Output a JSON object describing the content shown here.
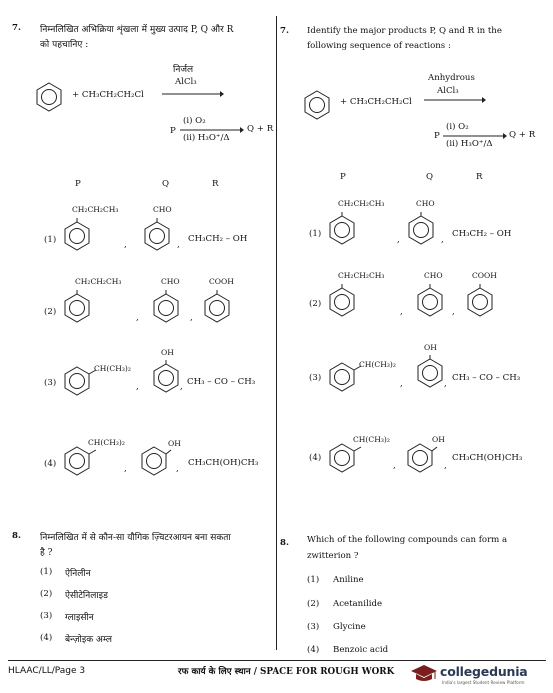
{
  "q7": {
    "num": "7.",
    "hindi_text_1": "निम्नलिखित अभिक्रिया शृंखला में मुख्य उत्पाद P, Q और R",
    "hindi_text_2": "को पहचानिए :",
    "english_text_1": "Identify the major products P, Q and R in the",
    "english_text_2": "following sequence of reactions :",
    "reagent_hindi": "निर्जल",
    "reagent_english": "Anhydrous",
    "reagent_alcl3": "AlCl₃",
    "reactant": "+ CH₃CH₂CH₂Cl",
    "step_i": "(i) O₂",
    "step_ii": "(ii) H₃O⁺/Δ",
    "p_letter": "P",
    "q_plus_r": "Q + R",
    "col_p": "P",
    "col_q": "Q",
    "col_r": "R",
    "options": [
      {
        "label": "(1)",
        "p_sub": "CH₂CH₂CH₃",
        "q_sub": "CHO",
        "r": "CH₃CH₂ – OH"
      },
      {
        "label": "(2)",
        "p_sub": "CH₂CH₂CH₃",
        "q_sub": "CHO",
        "r_sub": "COOH"
      },
      {
        "label": "(3)",
        "p_sub": "CH(CH₃)₂",
        "q_sub": "OH",
        "r": "CH₃ – CO – CH₃"
      },
      {
        "label": "(4)",
        "p_sub": "CH(CH₃)₂",
        "q_sub": "OH",
        "r": "CH₃CH(OH)CH₃"
      }
    ],
    "comma": ","
  },
  "q8": {
    "num": "8.",
    "hindi_text_1": "निम्नलिखित में से कौन-सा यौगिक ज़्विटरआयन बना सकता",
    "hindi_text_2": "है ?",
    "english_text_1": "Which of the following compounds can form a",
    "english_text_2": "zwitterion ?",
    "options_hindi": [
      {
        "label": "(1)",
        "text": "ऐनिलीन"
      },
      {
        "label": "(2)",
        "text": "ऐसीटेनिलाइड"
      },
      {
        "label": "(3)",
        "text": "ग्लाइसीन"
      },
      {
        "label": "(4)",
        "text": "बेन्ज़ोइक अम्ल"
      }
    ],
    "options_english": [
      {
        "label": "(1)",
        "text": "Aniline"
      },
      {
        "label": "(2)",
        "text": "Acetanilide"
      },
      {
        "label": "(3)",
        "text": "Glycine"
      },
      {
        "label": "(4)",
        "text": "Benzoic acid"
      }
    ]
  },
  "footer": {
    "page_code": "HLAAC/LL/Page 3",
    "rough_work": "रफ कार्य के लिए स्थान / SPACE FOR ROUGH WORK",
    "logo_name": "collegedunia",
    "logo_tagline": "India's largest Student Review Platform"
  }
}
